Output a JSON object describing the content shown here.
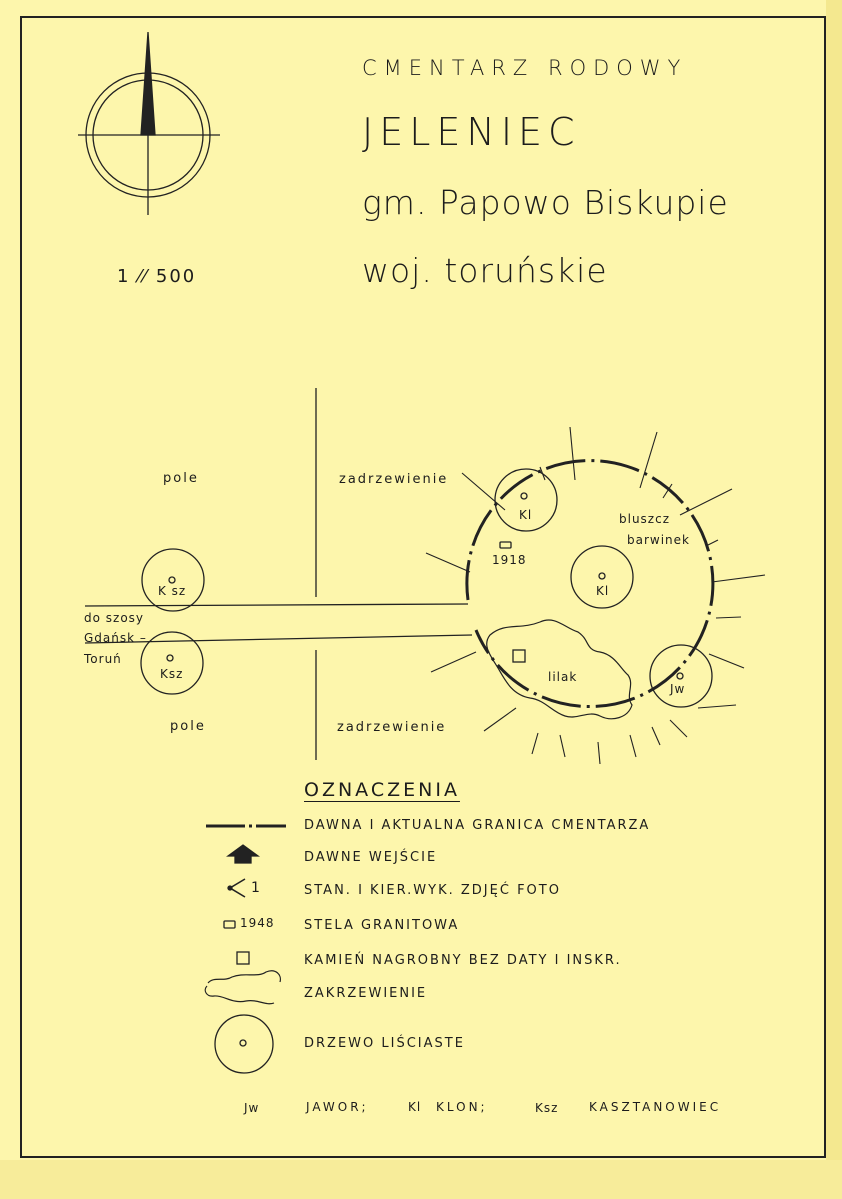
{
  "header": {
    "line1": "CMENTARZ RODOWY",
    "line2": "JELENIEC",
    "line3": "gm. Papowo Biskupie",
    "line4": "woj. toruńskie"
  },
  "scale": "1 ⁄⁄ 500",
  "map": {
    "pole_top": "pole",
    "pole_bottom": "pole",
    "zadrzewienie_top": "zadrzewienie",
    "zadrzewienie_bottom": "zadrzewienie",
    "road_line1": "do szosy",
    "road_line2": "Gdańsk –",
    "road_line3": "Toruń",
    "tree_ksz_1": "K sz",
    "tree_ksz_2": "Ksz",
    "tree_kl_1": "Kl",
    "tree_kl_2": "Kl",
    "tree_jw": "Jw",
    "bluszcz": "bluszcz",
    "barwinek": "barwinek",
    "lilak": "lilak",
    "stela_year": "1918"
  },
  "legend": {
    "title": "OZNACZENIA",
    "items": [
      "DAWNA I AKTUALNA GRANICA CMENTARZA",
      "DAWNE WEJŚCIE",
      "STAN. I KIER.WYK. ZDJĘĆ FOTO",
      "STELA GRANITOWA",
      "KAMIEŃ NAGROBNY BEZ DATY I INSKR.",
      "ZAKRZEWIENIE",
      "DRZEWO LIŚCIASTE"
    ],
    "photo_symbol_label": "1",
    "stela_symbol_label": "1948",
    "abbrev": {
      "jw_code": "Jw",
      "jw_name": "JAWOR;",
      "kl_code": "Kl",
      "kl_name": "KLON;",
      "ksz_code": "Ksz",
      "ksz_name": "KASZTANOWIEC"
    }
  }
}
